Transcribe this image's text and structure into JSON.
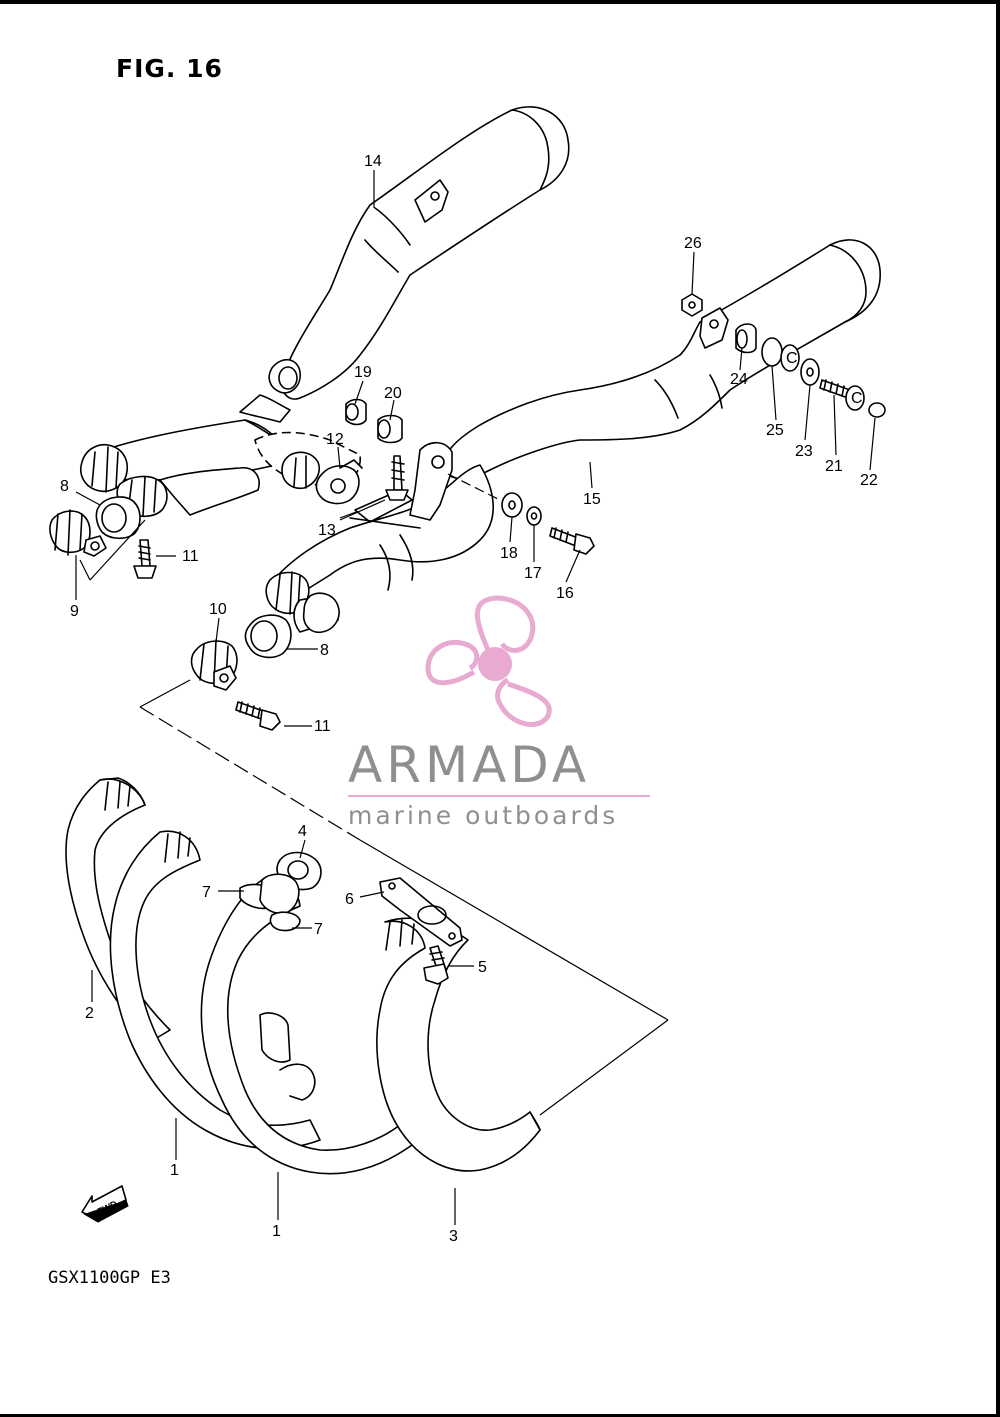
{
  "figure": {
    "title": "FIG. 16",
    "model": "GSX1100GP  E3"
  },
  "watermark": {
    "brand": "ARMADA",
    "tagline": "marine outboards",
    "logo_icon": "propeller-icon",
    "logo_color": "#e8a6cf",
    "text_color": "#8a8a8a"
  },
  "fwd_badge": {
    "text": "FWD",
    "icon": "fwd-arrow-icon"
  },
  "callouts": [
    {
      "id": "callout-14",
      "number": "14"
    },
    {
      "id": "callout-26",
      "number": "26"
    },
    {
      "id": "callout-19",
      "number": "19"
    },
    {
      "id": "callout-20",
      "number": "20"
    },
    {
      "id": "callout-12",
      "number": "12"
    },
    {
      "id": "callout-24",
      "number": "24"
    },
    {
      "id": "callout-25",
      "number": "25"
    },
    {
      "id": "callout-23",
      "number": "23"
    },
    {
      "id": "callout-21",
      "number": "21"
    },
    {
      "id": "callout-22",
      "number": "22"
    },
    {
      "id": "callout-15",
      "number": "15"
    },
    {
      "id": "callout-8a",
      "number": "8"
    },
    {
      "id": "callout-13",
      "number": "13"
    },
    {
      "id": "callout-18",
      "number": "18"
    },
    {
      "id": "callout-17",
      "number": "17"
    },
    {
      "id": "callout-16",
      "number": "16"
    },
    {
      "id": "callout-11a",
      "number": "11"
    },
    {
      "id": "callout-9",
      "number": "9"
    },
    {
      "id": "callout-10",
      "number": "10"
    },
    {
      "id": "callout-8b",
      "number": "8"
    },
    {
      "id": "callout-11b",
      "number": "11"
    },
    {
      "id": "callout-4",
      "number": "4"
    },
    {
      "id": "callout-7a",
      "number": "7"
    },
    {
      "id": "callout-7b",
      "number": "7"
    },
    {
      "id": "callout-6",
      "number": "6"
    },
    {
      "id": "callout-5",
      "number": "5"
    },
    {
      "id": "callout-2",
      "number": "2"
    },
    {
      "id": "callout-1a",
      "number": "1"
    },
    {
      "id": "callout-1b",
      "number": "1"
    },
    {
      "id": "callout-3",
      "number": "3"
    }
  ]
}
